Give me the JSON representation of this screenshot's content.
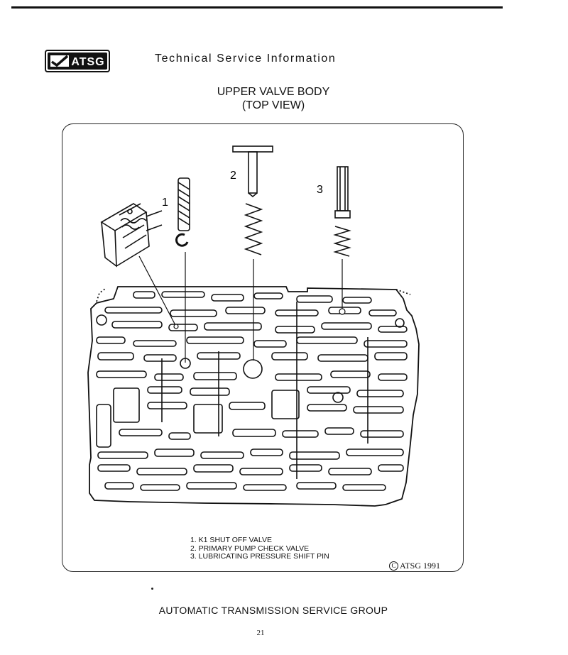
{
  "header": {
    "logo_text": "ATSG",
    "title": "Technical Service Information"
  },
  "document": {
    "title_line1": "UPPER VALVE BODY",
    "title_line2": "(TOP VIEW)"
  },
  "diagram": {
    "callouts": [
      "1",
      "2",
      "3"
    ],
    "legend": [
      "1. K1 SHUT OFF VALVE",
      "2. PRIMARY PUMP CHECK VALVE",
      "3. LUBRICATING PRESSURE SHIFT PIN"
    ],
    "copyright": "ATSG 1991",
    "copyright_symbol": "C"
  },
  "footer": {
    "organization": "AUTOMATIC TRANSMISSION SERVICE GROUP",
    "page_number": "21"
  }
}
